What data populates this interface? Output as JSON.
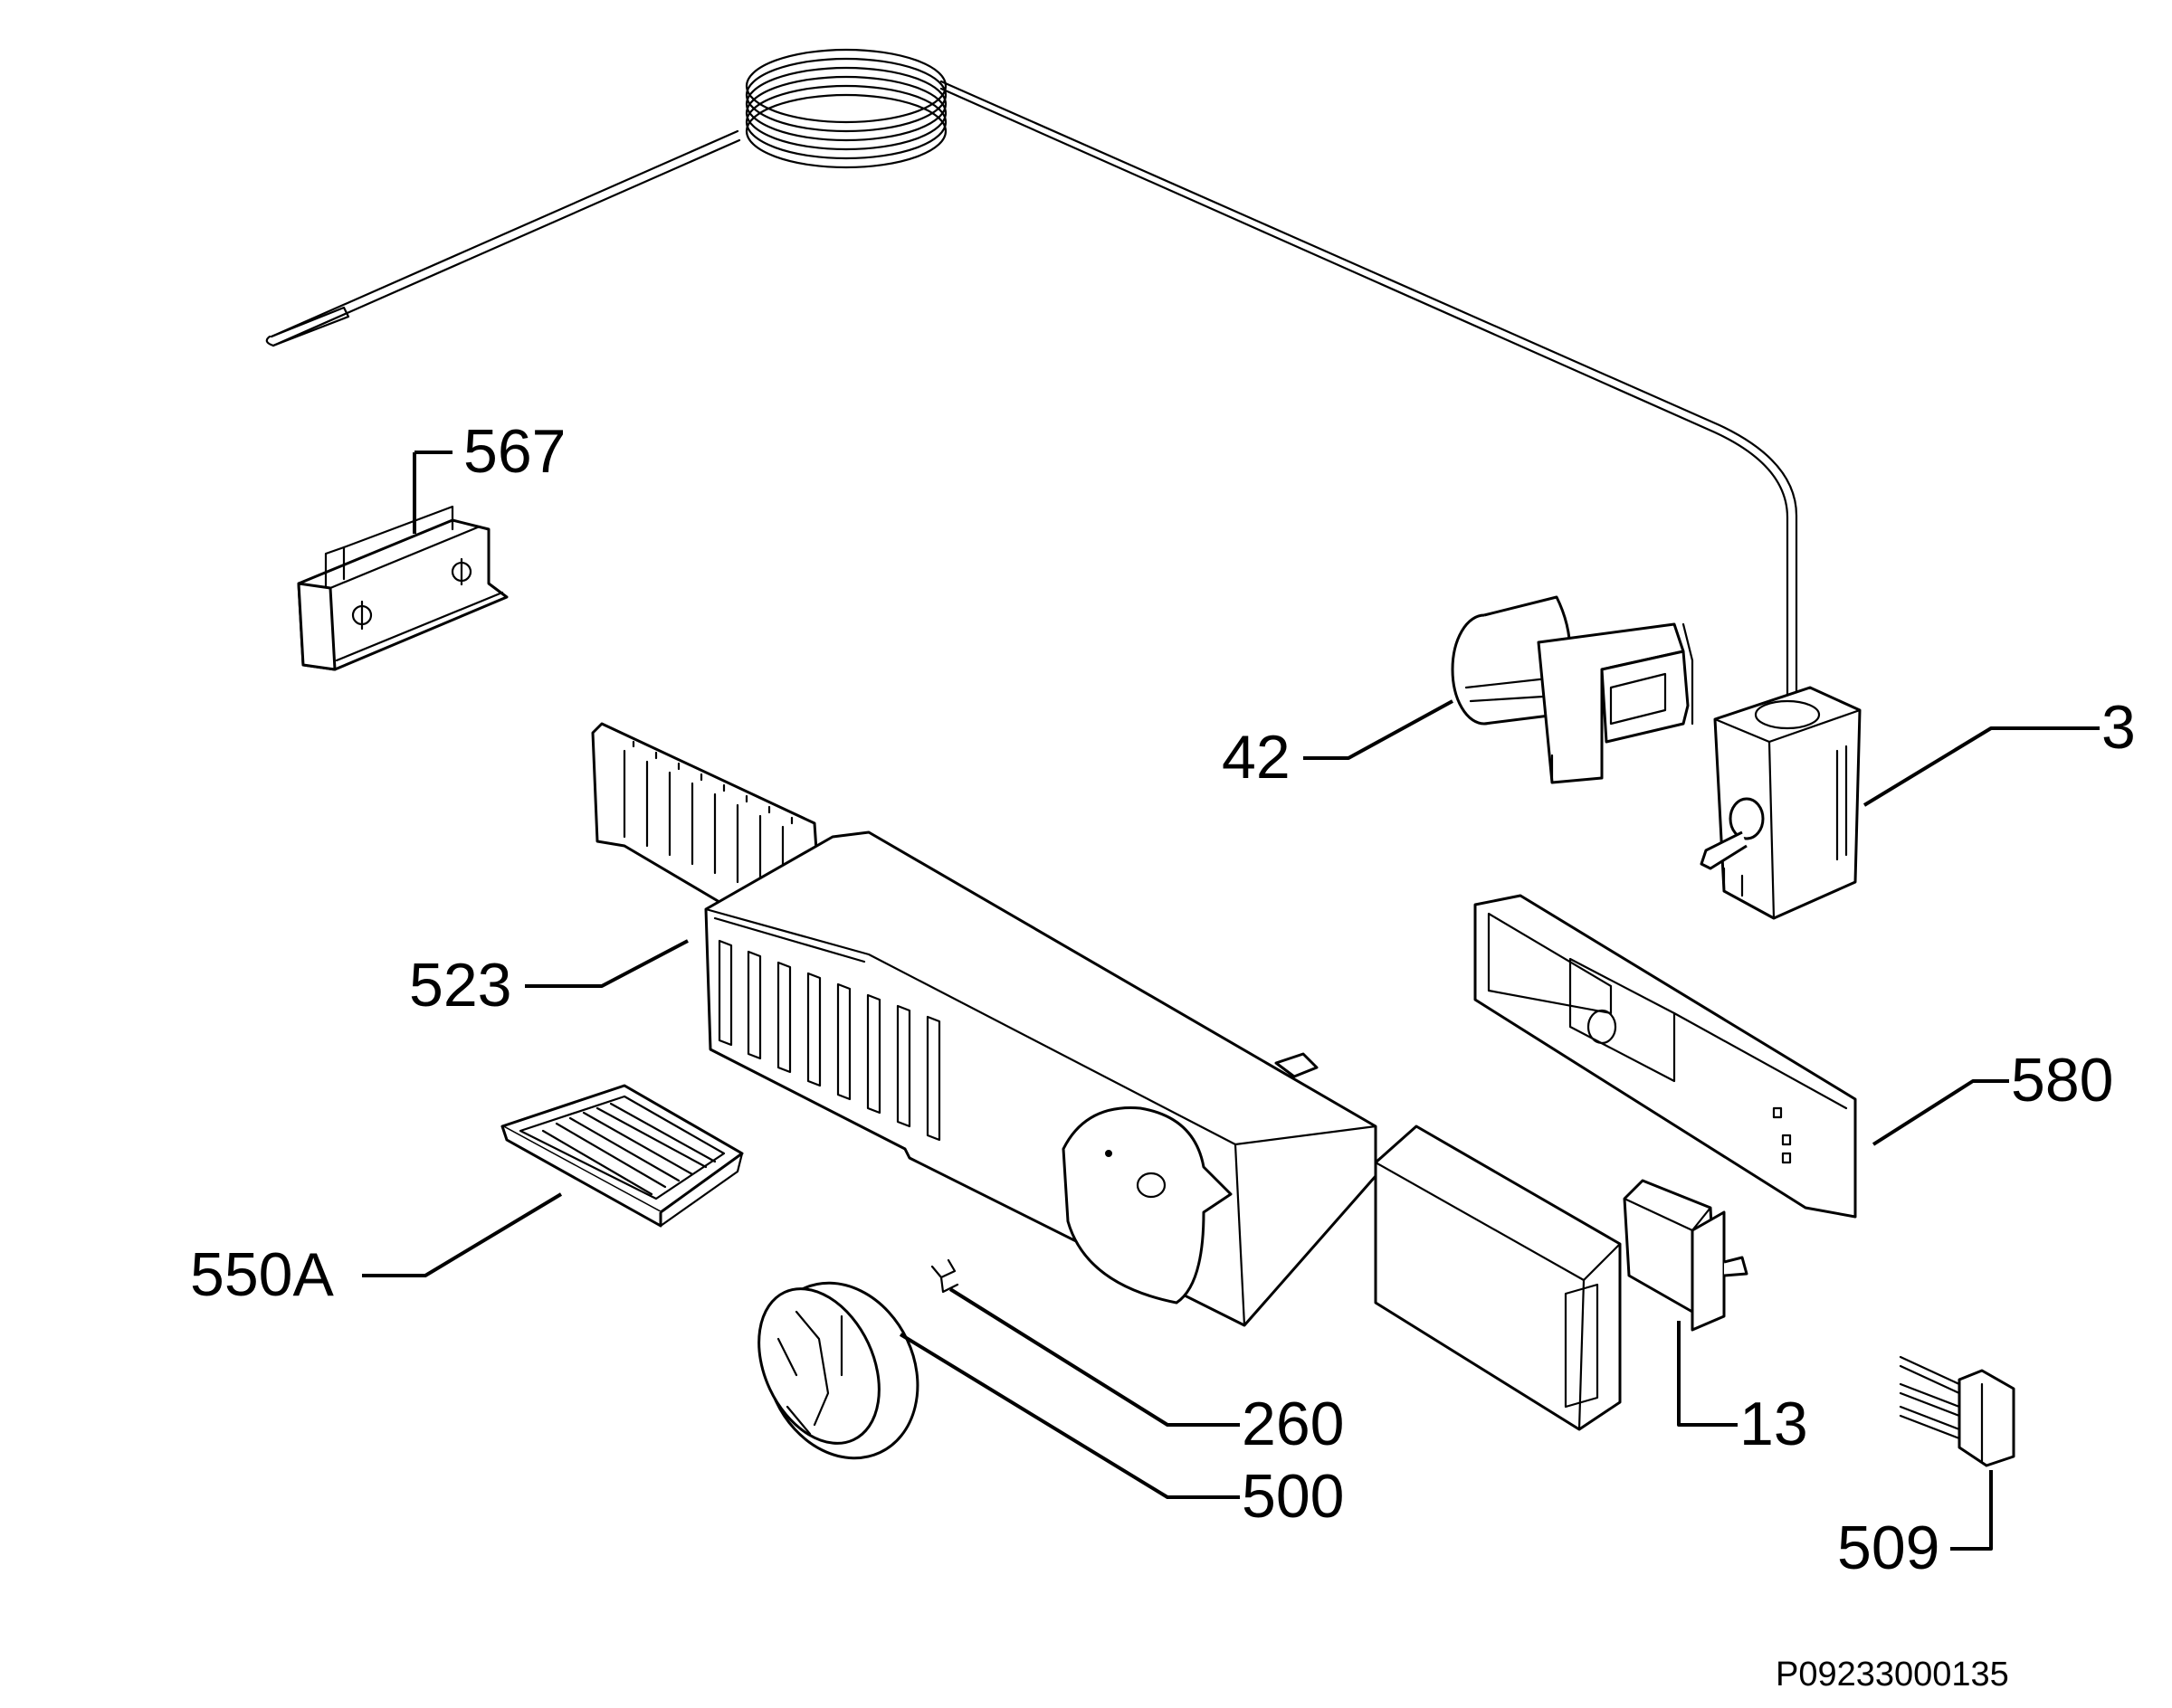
{
  "parts": [
    {
      "id": "p567",
      "label": "567"
    },
    {
      "id": "p42",
      "label": "42"
    },
    {
      "id": "p3",
      "label": "3"
    },
    {
      "id": "p523",
      "label": "523"
    },
    {
      "id": "p580",
      "label": "580"
    },
    {
      "id": "p550a",
      "label": "550A"
    },
    {
      "id": "p260",
      "label": "260"
    },
    {
      "id": "p13",
      "label": "13"
    },
    {
      "id": "p500",
      "label": "500"
    },
    {
      "id": "p509",
      "label": "509"
    }
  ],
  "drawing_code": "P09233000135"
}
